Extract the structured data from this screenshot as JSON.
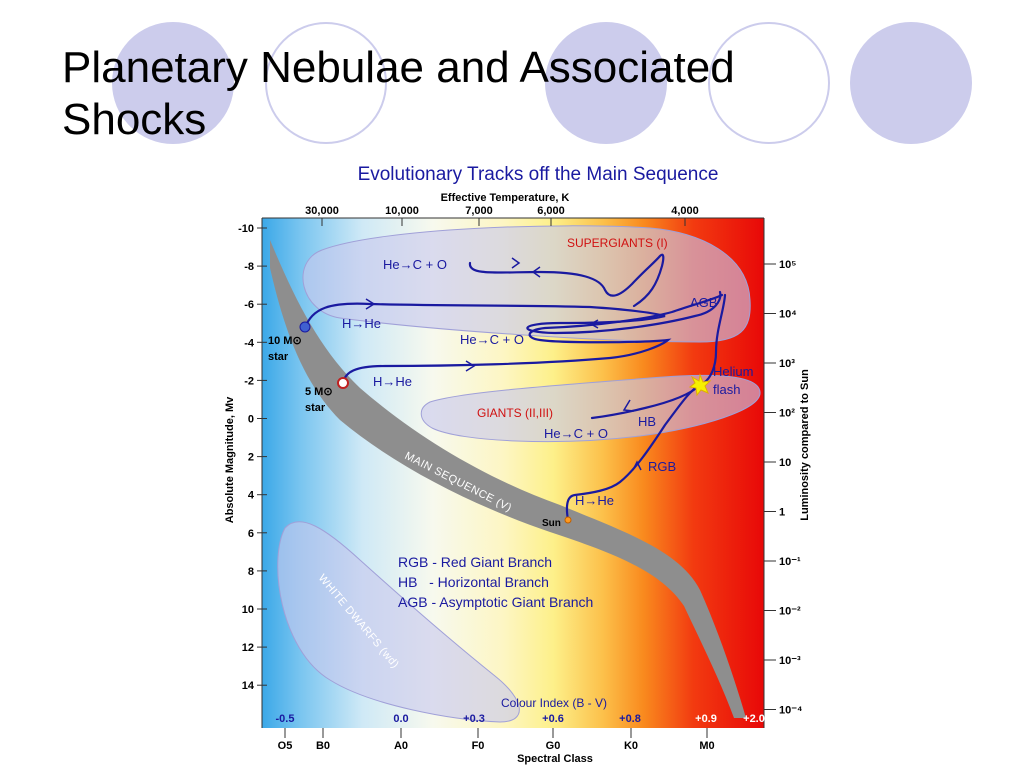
{
  "slide": {
    "title_line1": "Planetary Nebulae and Associated",
    "title_line2": "Shocks"
  },
  "diagram": {
    "title": "Evolutionary Tracks off the Main Sequence",
    "top_axis_label": "Effective Temperature, K",
    "temperature_ticks": [
      "30,000",
      "10,000",
      "7,000",
      "6,000",
      "4,000"
    ],
    "left_axis_label": "Absolute Magnitude, Mv",
    "magnitude_ticks": [
      "-10",
      "-8",
      "-6",
      "-4",
      "-2",
      "0",
      "2",
      "4",
      "6",
      "8",
      "10",
      "12",
      "14"
    ],
    "right_axis_label": "Luminosity compared to Sun",
    "luminosity_ticks": [
      "10⁵",
      "10⁴",
      "10³",
      "10²",
      "10",
      "1",
      "10⁻¹",
      "10⁻²",
      "10⁻³",
      "10⁻⁴"
    ],
    "bottom_axis_label": "Spectral Class",
    "spectral_classes": [
      "O5",
      "B0",
      "A0",
      "F0",
      "G0",
      "K0",
      "M0"
    ],
    "colour_index_label": "Colour Index (B - V)",
    "colour_index_values": [
      "-0.5",
      "0.0",
      "+0.3",
      "+0.6",
      "+0.8",
      "+0.9",
      "+2.0"
    ],
    "regions": {
      "supergiants": "SUPERGIANTS (I)",
      "giants": "GIANTS (II,III)",
      "main_sequence": "MAIN SEQUENCE (V)",
      "white_dwarfs": "WHITE DWARFS (wd)"
    },
    "stars": {
      "ten_solar": "10 M⊙",
      "five_solar": "5 M⊙",
      "star_word": "star",
      "sun": "Sun"
    },
    "track_labels": {
      "he_c_o": "He→C + O",
      "h_he": "H→He",
      "agb": "AGB",
      "helium": "Helium",
      "flash": "flash",
      "hb": "HB",
      "rgb": "RGB"
    },
    "legend": [
      "RGB - Red Giant Branch",
      "HB   - Horizontal Branch",
      "AGB - Asymptotic Giant Branch"
    ],
    "colors": {
      "track": "#1a1aa0",
      "region_label": "#d01010",
      "band": "#8e8e8e",
      "deco_circle": "#ccccec"
    }
  }
}
